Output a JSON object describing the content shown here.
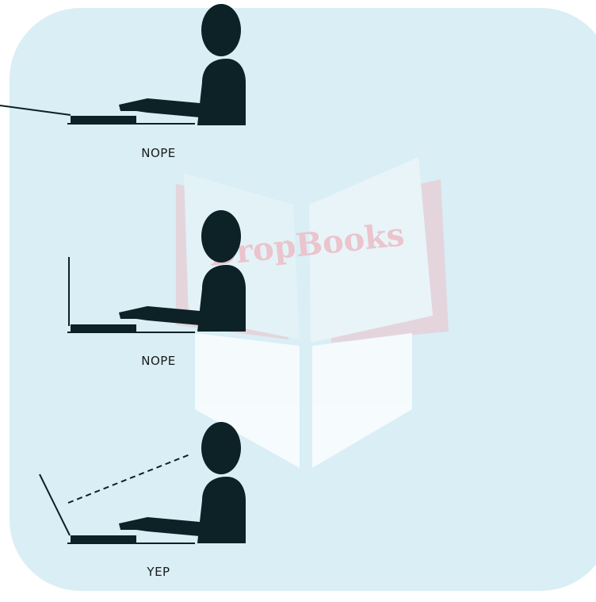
{
  "colors": {
    "panel_background": "#d9eef5",
    "silhouette": "#0c2226",
    "watermark_red": "#f2b7c0",
    "watermark_white": "#ffffff"
  },
  "watermark": {
    "text": "DropBooks"
  },
  "panels": [
    {
      "label": "NOPE",
      "screen_position": "laptop lid tilted far back, nearly flat"
    },
    {
      "label": "NOPE",
      "screen_position": "laptop lid upright"
    },
    {
      "label": "YEP",
      "screen_position": "laptop lid tilted back, dashed sight line from eyes to screen"
    }
  ]
}
